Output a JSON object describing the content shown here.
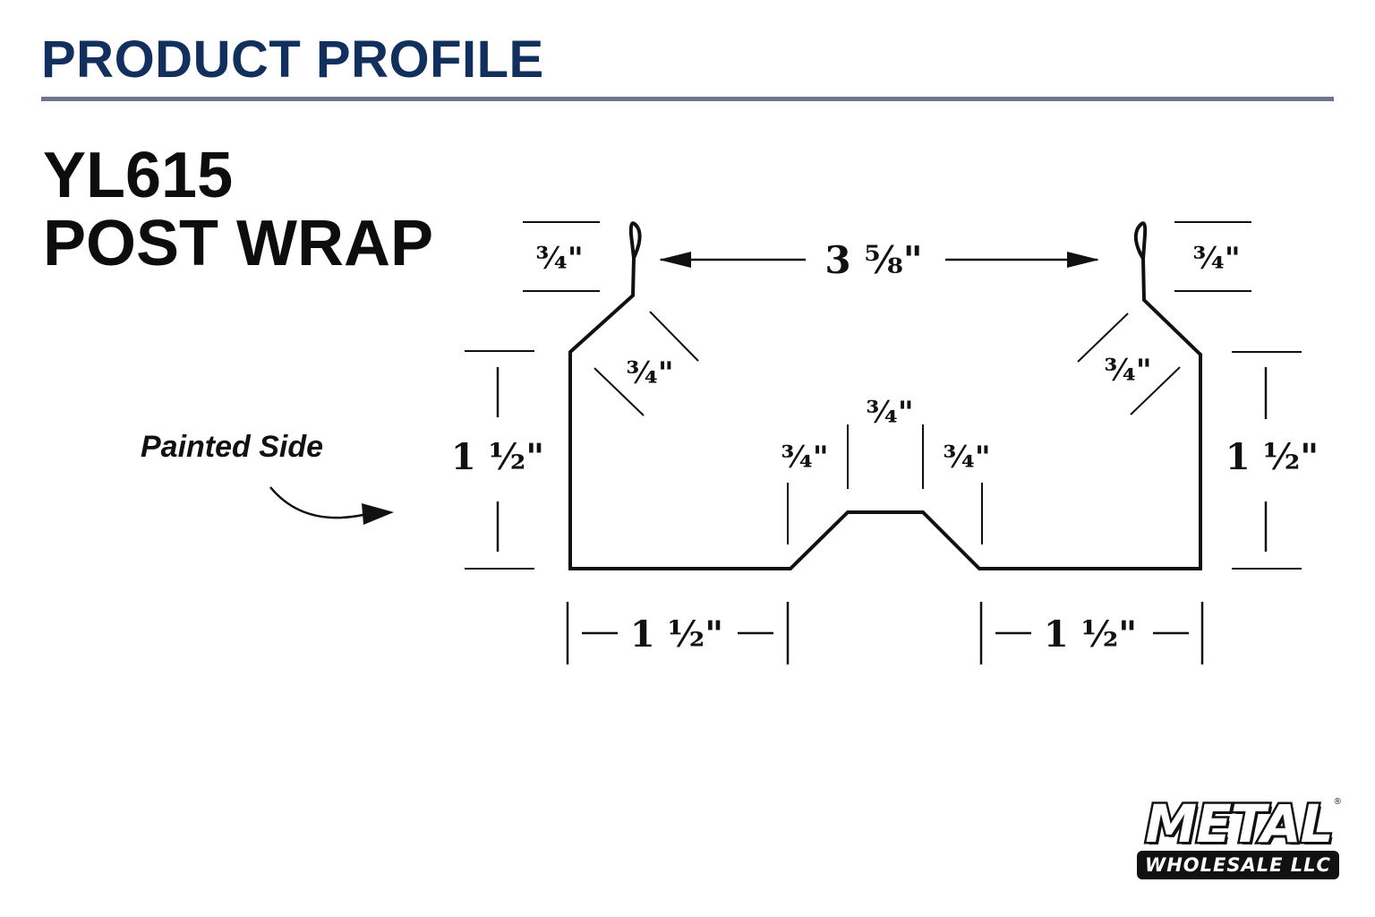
{
  "header": {
    "title": "PRODUCT PROFILE",
    "title_color": "#12305e",
    "rule_color": "#6d7687"
  },
  "product": {
    "code": "YL615",
    "name": "POST WRAP"
  },
  "labels": {
    "painted_side": "Painted Side"
  },
  "dimensions": {
    "top_width": "3 ⅝\"",
    "left_hem": "¾\"",
    "right_hem": "¾\"",
    "left_bevel": "¾\"",
    "right_bevel": "¾\"",
    "left_height": "1 ½\"",
    "right_height": "1 ½\"",
    "center_top": "¾\"",
    "center_left_rise": "¾\"",
    "center_right_rise": "¾\"",
    "bottom_left": "1 ½\"",
    "bottom_right": "1 ½\""
  },
  "logo": {
    "word": "METAL",
    "sub": "WHOLESALE LLC",
    "reg": "®",
    "band_color": "#111111"
  },
  "icons": {
    "arrow": "curved-arrow-icon"
  }
}
